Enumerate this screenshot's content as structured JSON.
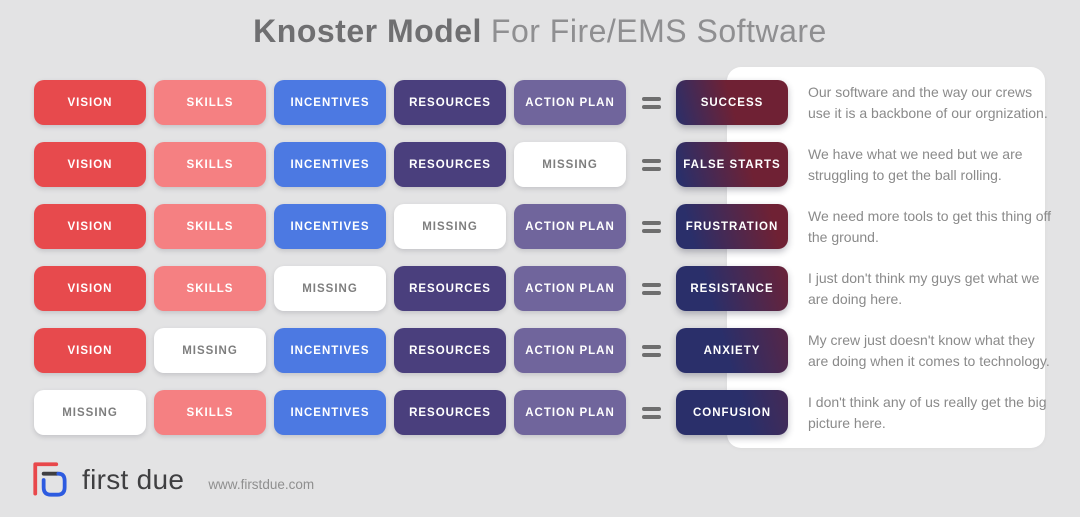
{
  "title": {
    "bold": "Knoster Model",
    "regular": "For Fire/EMS Software"
  },
  "colors": {
    "background": "#E3E3E4",
    "panel": "#FFFFFF",
    "title_bold": "#6F6F71",
    "title_light": "#8F8F91",
    "equals": "#6E6E6E",
    "description_text": "#8A8A8A",
    "missing_text": "#7E7E7E",
    "result_navy": "#2A2F6A",
    "result_maroon": "#6F2134",
    "brand_text": "#3F3F41",
    "url_text": "#8F8F8F",
    "logo_red": "#E8484B",
    "logo_blue": "#2D5BE0",
    "logo_dark": "#3F3F41"
  },
  "cell_colors": {
    "vision": "#E74A4D",
    "skills": "#F58082",
    "incentives": "#4C79E2",
    "resources": "#4A3F7D",
    "action": "#70659C",
    "missing": "#FFFFFF"
  },
  "rows": [
    {
      "cells": [
        {
          "label": "VISION",
          "type": "vision"
        },
        {
          "label": "SKILLS",
          "type": "skills"
        },
        {
          "label": "INCENTIVES",
          "type": "incentives"
        },
        {
          "label": "RESOURCES",
          "type": "resources"
        },
        {
          "label": "ACTION PLAN",
          "type": "action"
        }
      ],
      "result": "SUCCESS",
      "gradient_stops": [
        0,
        50
      ],
      "description": "Our software and the way our crews use it is a backbone of our orgnization."
    },
    {
      "cells": [
        {
          "label": "VISION",
          "type": "vision"
        },
        {
          "label": "SKILLS",
          "type": "skills"
        },
        {
          "label": "INCENTIVES",
          "type": "incentives"
        },
        {
          "label": "RESOURCES",
          "type": "resources"
        },
        {
          "label": "MISSING",
          "type": "missing"
        }
      ],
      "result": "FALSE STARTS",
      "gradient_stops": [
        5,
        65
      ],
      "description": "We have what we need but we are struggling to get the ball rolling."
    },
    {
      "cells": [
        {
          "label": "VISION",
          "type": "vision"
        },
        {
          "label": "SKILLS",
          "type": "skills"
        },
        {
          "label": "INCENTIVES",
          "type": "incentives"
        },
        {
          "label": "MISSING",
          "type": "missing"
        },
        {
          "label": "ACTION PLAN",
          "type": "action"
        }
      ],
      "result": "FRUSTRATION",
      "gradient_stops": [
        15,
        85
      ],
      "description": "We need more tools to get this thing off the ground."
    },
    {
      "cells": [
        {
          "label": "VISION",
          "type": "vision"
        },
        {
          "label": "SKILLS",
          "type": "skills"
        },
        {
          "label": "MISSING",
          "type": "missing"
        },
        {
          "label": "RESOURCES",
          "type": "resources"
        },
        {
          "label": "ACTION PLAN",
          "type": "action"
        }
      ],
      "result": "RESISTANCE",
      "gradient_stops": [
        30,
        105
      ],
      "description": "I just don't think my guys get what we are doing here."
    },
    {
      "cells": [
        {
          "label": "VISION",
          "type": "vision"
        },
        {
          "label": "MISSING",
          "type": "missing"
        },
        {
          "label": "INCENTIVES",
          "type": "incentives"
        },
        {
          "label": "RESOURCES",
          "type": "resources"
        },
        {
          "label": "ACTION PLAN",
          "type": "action"
        }
      ],
      "result": "ANXIETY",
      "gradient_stops": [
        45,
        130
      ],
      "description": "My crew just doesn't know what they are doing when it comes to technology."
    },
    {
      "cells": [
        {
          "label": "MISSING",
          "type": "missing"
        },
        {
          "label": "SKILLS",
          "type": "skills"
        },
        {
          "label": "INCENTIVES",
          "type": "incentives"
        },
        {
          "label": "RESOURCES",
          "type": "resources"
        },
        {
          "label": "ACTION PLAN",
          "type": "action"
        }
      ],
      "result": "CONFUSION",
      "gradient_stops": [
        60,
        165
      ],
      "description": "I don't think any of us really get the big picture here."
    }
  ],
  "footer": {
    "brand": "first due",
    "url": "www.firstdue.com"
  }
}
